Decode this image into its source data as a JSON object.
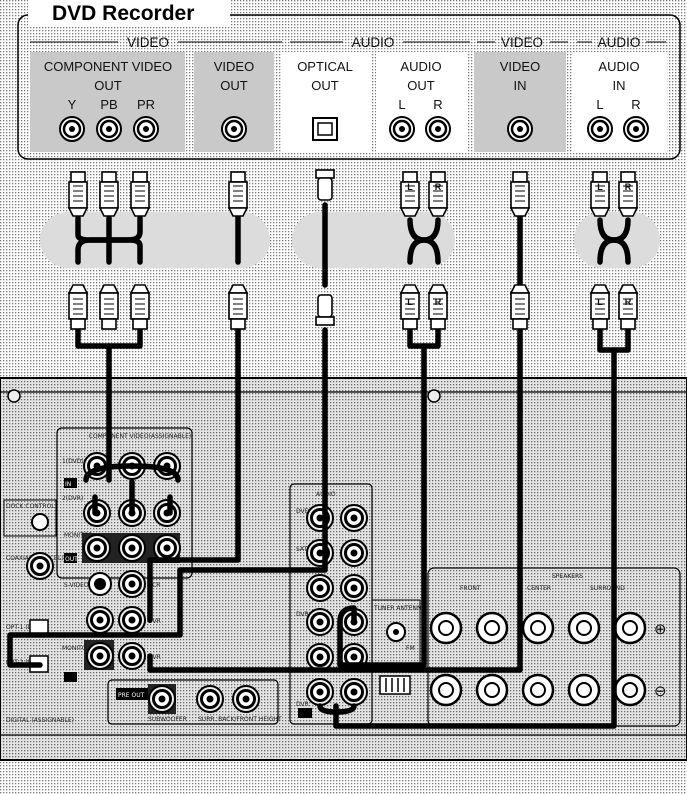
{
  "device": {
    "title": "DVD Recorder",
    "groups": {
      "video_left": "VIDEO",
      "audio_mid": "AUDIO",
      "video_right": "VIDEO",
      "audio_right": "AUDIO"
    },
    "panels": {
      "component": {
        "line1": "COMPONENT VIDEO",
        "line2": "OUT",
        "y": "Y",
        "pb": "PB",
        "pr": "PR"
      },
      "video_out": {
        "line1": "VIDEO",
        "line2": "OUT"
      },
      "optical_out": {
        "line1": "OPTICAL",
        "line2": "OUT"
      },
      "audio_out": {
        "line1": "AUDIO",
        "line2": "OUT",
        "l": "L",
        "r": "R"
      },
      "video_in": {
        "line1": "VIDEO",
        "line2": "IN"
      },
      "audio_in": {
        "line1": "AUDIO",
        "line2": "IN",
        "l": "L",
        "r": "R"
      }
    }
  },
  "plug_marks": {
    "left": "L",
    "right": "R"
  },
  "receiver": {
    "component_header": "COMPONENT VIDEO(ASSIGNABLE)",
    "row1": "1(DVD)",
    "row2": "2(DVR)",
    "monitor": "MONITOR",
    "out": "OUT",
    "in": "IN",
    "dock": "DOCK CONTROL",
    "digital": "DIGITAL (ASSIGNABLE)",
    "coaxial": "COAXIAL (SAT/CBL)",
    "opt1": "OPT-1 (DVD)",
    "opt2": "OPT-2 (DVR)",
    "s_video": "S-VIDEO",
    "vcr": "VCR",
    "dvr": "DVR",
    "audio": "AUDIO",
    "dvd": "DVD",
    "sat_cbl": "SAT/CBL",
    "tuner_antenna": "TUNER ANTENNA",
    "am": "AM",
    "fm": "FM",
    "speakers": "SPEAKERS",
    "front": "FRONT",
    "center": "CENTER",
    "surround": "SURROUND",
    "pre_out": "PRE OUT",
    "subwoofer": "SUBWOOFER",
    "surr_back": "SURR. BACK/FRONT HEIGHT",
    "plus": "⊕",
    "minus": "⊖"
  }
}
